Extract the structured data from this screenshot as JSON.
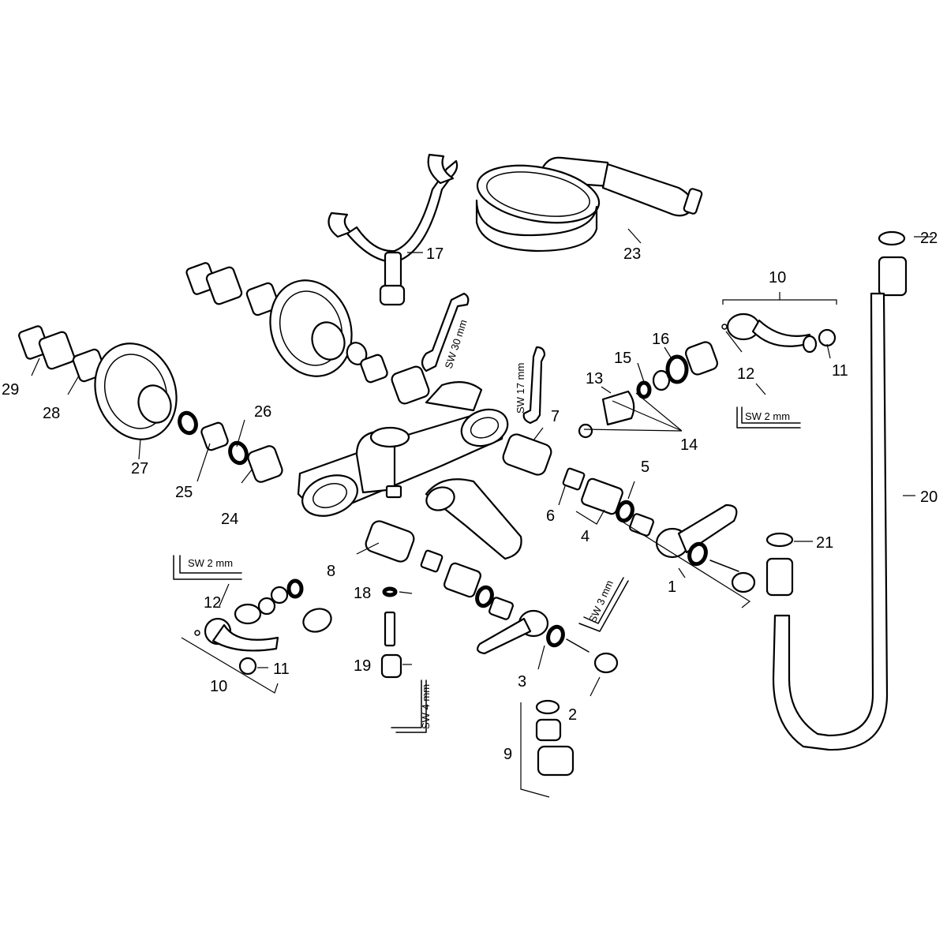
{
  "callouts": {
    "p1": "1",
    "p2": "2",
    "p3": "3",
    "p4": "4",
    "p5": "5",
    "p6": "6",
    "p7": "7",
    "p8": "8",
    "p9": "9",
    "p10": "10",
    "p11": "11",
    "p12": "12",
    "p13": "13",
    "p14": "14",
    "p15": "15",
    "p16": "16",
    "p17": "17",
    "p18": "18",
    "p19": "19",
    "p20": "20",
    "p21": "21",
    "p22": "22",
    "p23": "23",
    "p24": "24",
    "p25": "25",
    "p26": "26",
    "p27": "27",
    "p28": "28",
    "p29": "29"
  },
  "tools": {
    "wrench_30": "SW 30 mm",
    "wrench_17": "SW 17 mm",
    "key_2mm": "SW 2 mm",
    "key_3mm": "SW 3 mm",
    "key_4mm": "SW 4 mm"
  }
}
